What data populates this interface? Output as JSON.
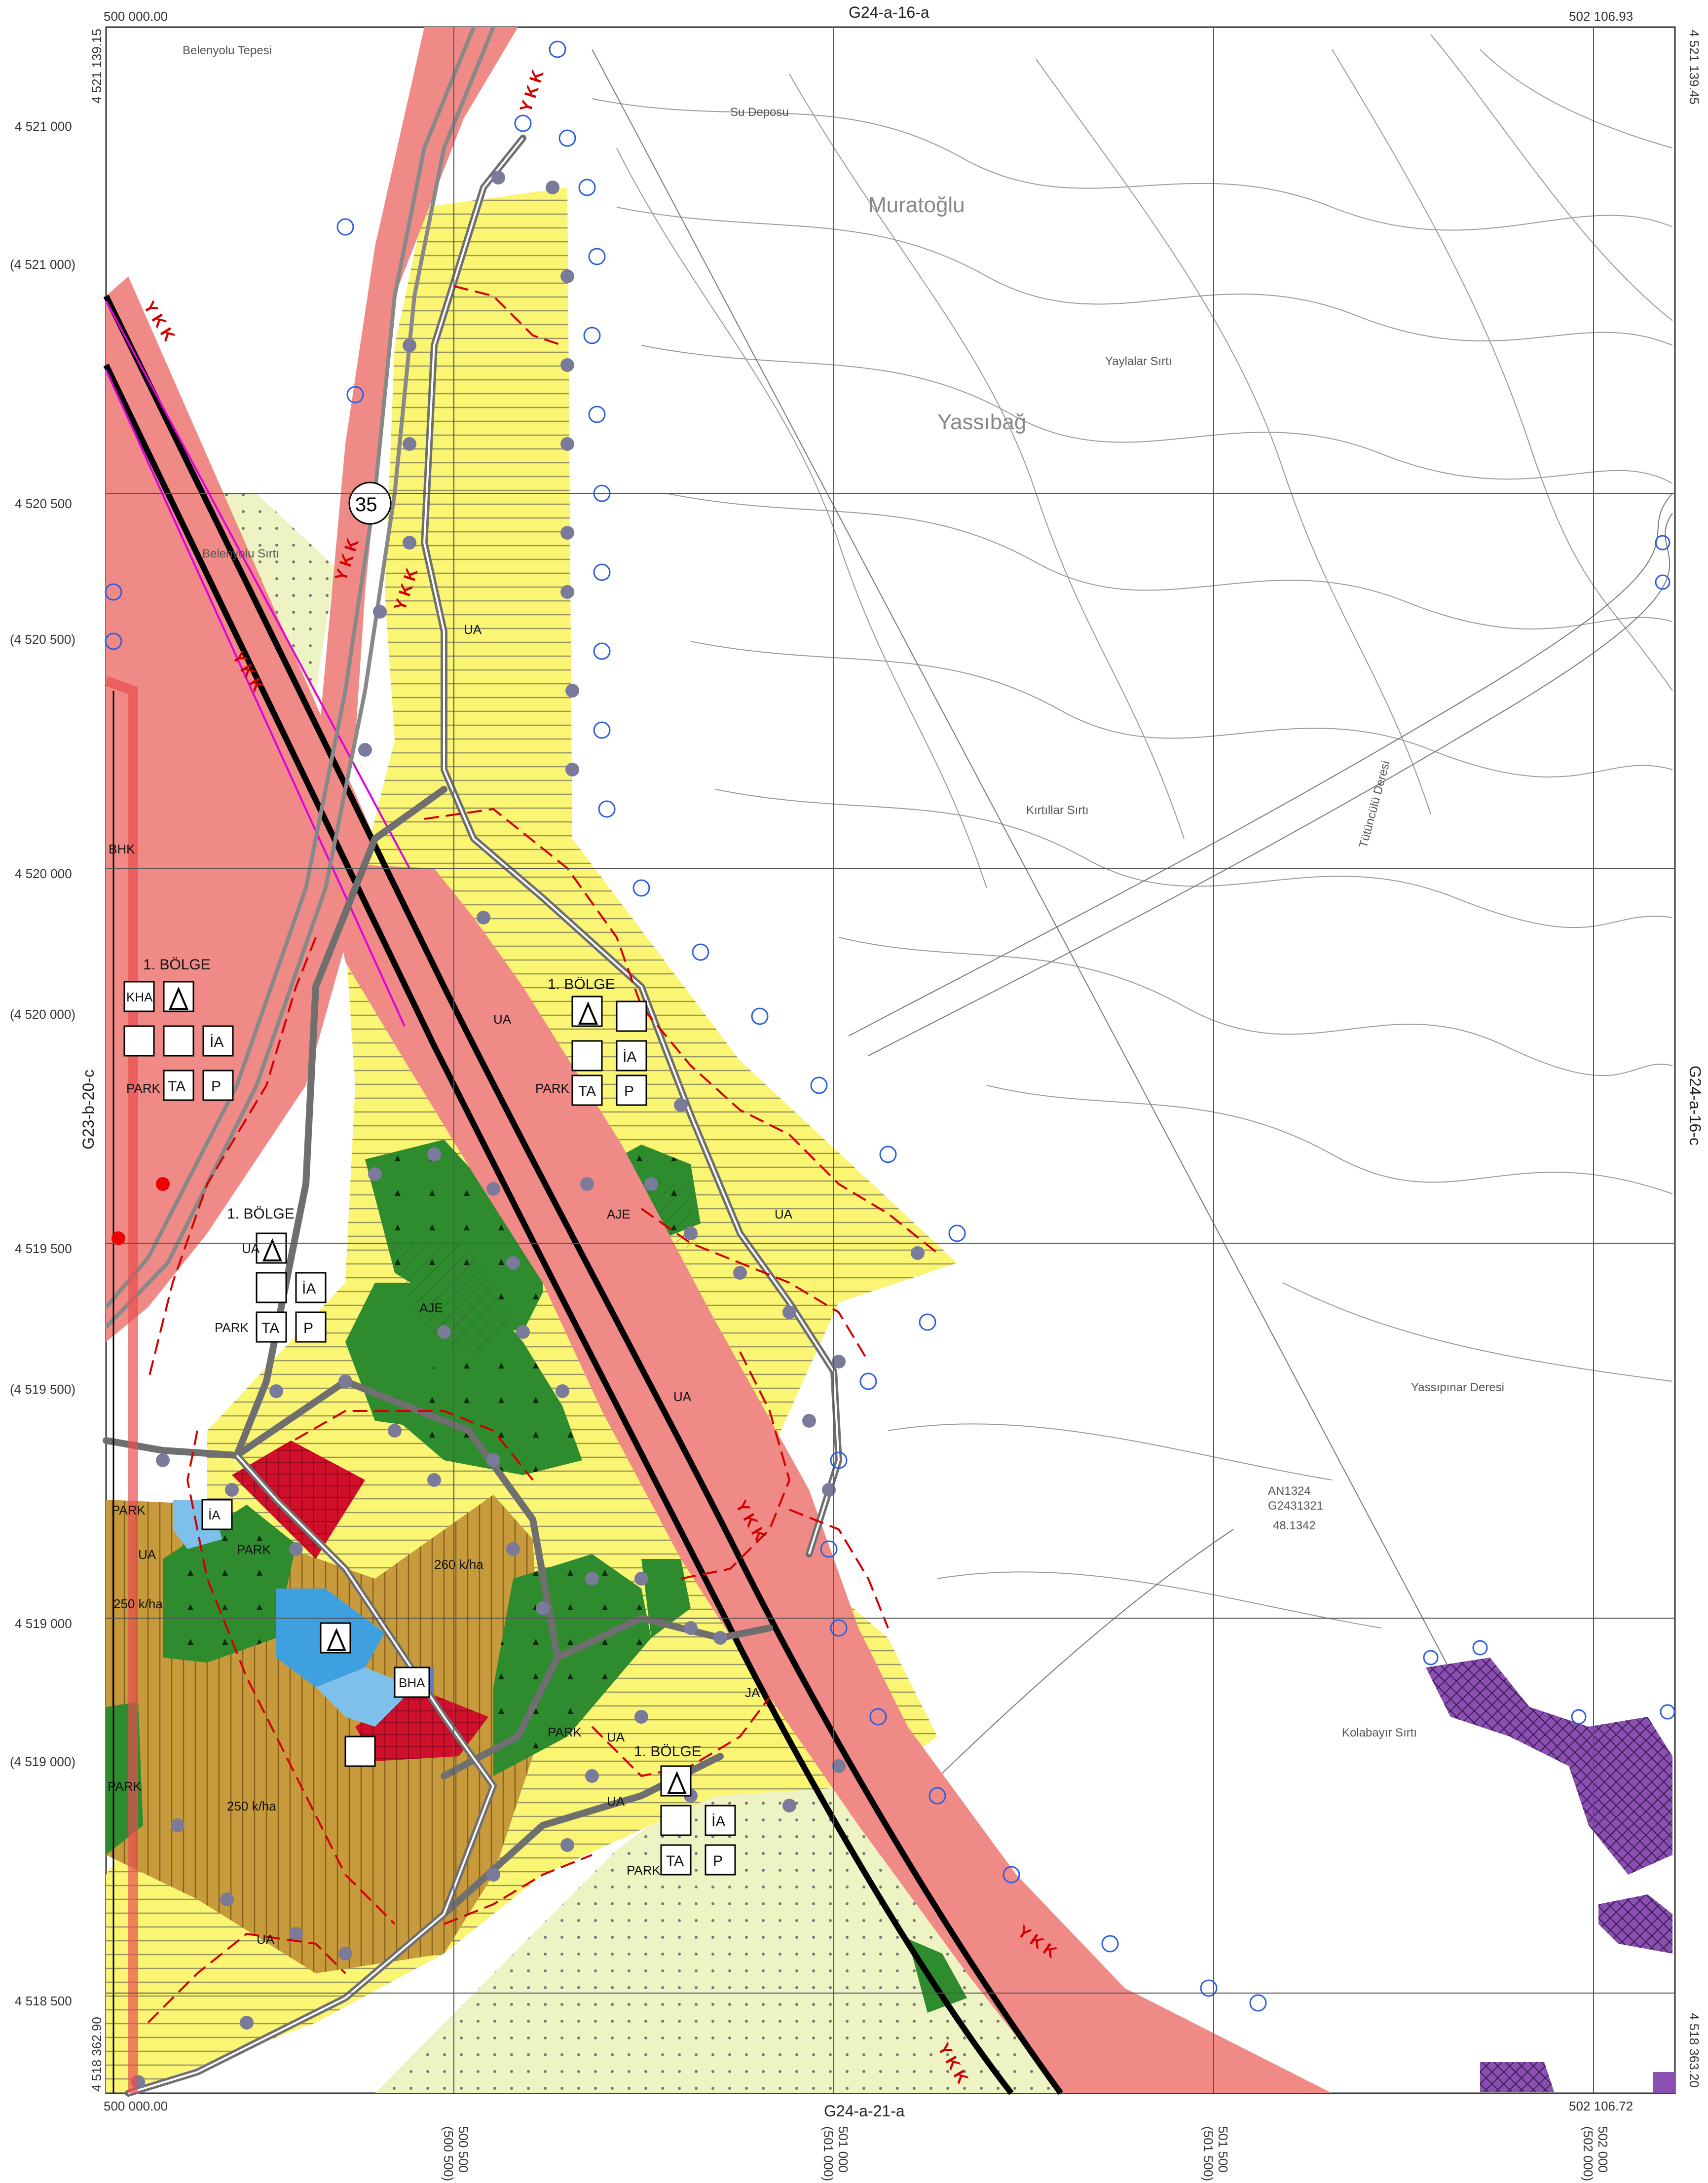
{
  "sheet_labels": {
    "top": "G24-a-16-a",
    "bottom": "G24-a-21-a",
    "left": "G23-b-20-c",
    "right": "G24-a-16-c"
  },
  "corner_coords": {
    "top_left_x": "500 000.00",
    "top_right_x": "502 106.93",
    "bottom_left_x": "500 000.00",
    "bottom_right_x": "502 106.72",
    "top_left_y": "4 521 139.15",
    "top_right_y": "4 521 139.45",
    "bottom_left_y": "4 518 362.90",
    "bottom_right_y": "4 518 363.20"
  },
  "left_ticks": [
    "4 521 000",
    "(4 521 000)",
    "4 520 500",
    "(4 520 500)",
    "4 520 000",
    "(4 520 000)",
    "4 519 500",
    "(4 519 500)",
    "4 519 000",
    "(4 519 000)",
    "4 518 500"
  ],
  "bottom_ticks": [
    "500 500",
    "(500 500)",
    "501 000",
    "(501 000)",
    "501 500",
    "(501 500)",
    "502 000",
    "(502 000)"
  ],
  "zone_labels": {
    "bolge": "1. BÖLGE",
    "ua": "UA",
    "park": "PARK",
    "aje": "AJE",
    "ia": "İA",
    "ta": "TA",
    "p": "P",
    "kha": "KHA",
    "bha": "BHA",
    "bhk": "BHK",
    "ja": "JA",
    "ykk": "YKK",
    "density_260": "260 k/ha",
    "density_250a": "250 k/ha",
    "density_250b": "250 k/ha",
    "road_no": "35"
  },
  "place_names": {
    "belenyolu_tepesi": "Belenyolu Tepesi",
    "belenyolu_sirti": "Belenyolu Sırtı",
    "muratoglu": "Muratoğlu",
    "yassibag": "Yassıbağ",
    "yaylalar_sirti": "Yaylalar Sırtı",
    "kirtillar_sirti": "Kırtıllar Sırtı",
    "tutunculu_deresi": "Tütüncülü Deresi",
    "yassipinar_deresi": "Yassıpınar Deresi",
    "kolabayir_sirti": "Kolabayır Sırtı",
    "su_deposu": "Su Deposu",
    "an_code": "AN1324",
    "g_code": "G2431321",
    "elev": "48.1342"
  },
  "colors": {
    "residential_yellow": "#fbf574",
    "green_area": "#2e8b2e",
    "road_pink": "#f08a86",
    "agri_light": "#eef3c4",
    "brown_density": "#c79a3c",
    "red_block": "#d0102a",
    "blue_block": "#3fa0e0",
    "purple_block": "#8a4fb0"
  }
}
